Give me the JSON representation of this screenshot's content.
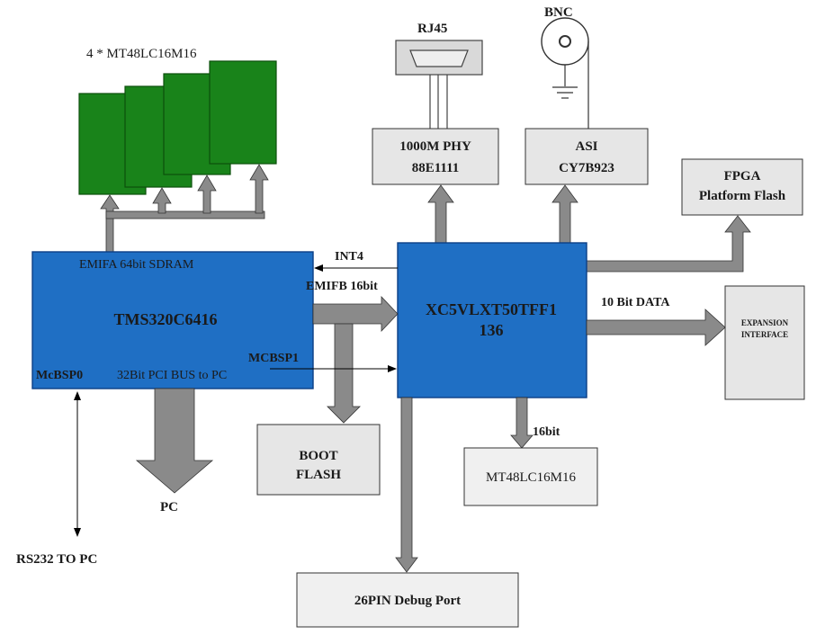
{
  "colors": {
    "blue": "#1f6fc4",
    "blue_border": "#0c3f86",
    "green": "#19831a",
    "green_border": "#0c4f0c",
    "grey_box": "#e6e6e6",
    "arrow_fill": "#8a8a8a"
  },
  "labels": {
    "sdram_group": "4 * MT48LC16M16",
    "rj45": "RJ45",
    "bnc": "BNC",
    "phy_line1": "1000M PHY",
    "phy_line2": "88E1111",
    "asi_line1": "ASI",
    "asi_line2": "CY7B923",
    "fpga_flash_line1": "FPGA",
    "fpga_flash_line2": "Platform Flash",
    "emifa": "EMIFA 64bit SDRAM",
    "dsp_name": "TMS320C6416",
    "mcbsp1": "MCBSP1",
    "mcbsp0": "McBSP0",
    "pci_bus": "32Bit PCI BUS to PC",
    "int4": "INT4",
    "emifb": "EMIFB 16bit",
    "fpga_line1": "XC5VLXT50TFF1",
    "fpga_line2": "136",
    "ten_bit_data": "10 Bit DATA",
    "expansion_line1": "EXPANSION",
    "expansion_line2": "INTERFACE",
    "boot_line1": "BOOT",
    "boot_line2": "FLASH",
    "sixteen_bit": "16bit",
    "sdram_fpga": "MT48LC16M16",
    "pc": "PC",
    "rs232": "RS232 TO PC",
    "debug_port": "26PIN Debug Port"
  },
  "icons": [
    "rj45-connector-icon",
    "bnc-connector-icon",
    "ground-icon"
  ]
}
